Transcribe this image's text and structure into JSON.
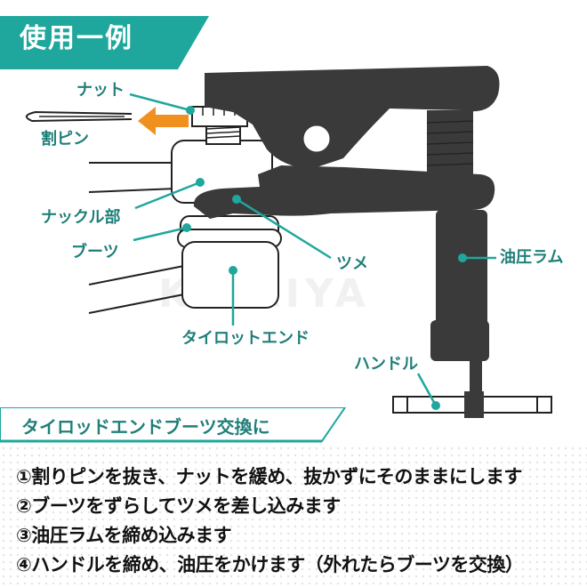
{
  "header": {
    "title": "使用一例",
    "color": "#1fa79d"
  },
  "labels": {
    "nut": "ナット",
    "split_pin": "割ピン",
    "knuckle": "ナックル部",
    "boot": "ブーツ",
    "claw": "ツメ",
    "hydraulic_ram": "油圧ラム",
    "tie_rod_end": "タイロットエンド",
    "handle": "ハンドル"
  },
  "watermark": "KIKAIYA",
  "section": {
    "title": "タイロッドエンドブーツ交換に"
  },
  "steps": [
    "①割りピンを抜き、ナットを緩め、抜かずにそのままにします",
    "②ブーツをずらしてツメを差し込みます",
    "③油圧ラムを締め込みます",
    "④ハンドルを締め、油圧をかけます（外れたらブーツを交換）"
  ],
  "colors": {
    "accent": "#1fa79d",
    "label": "#1f7f79",
    "arrow": "#f0901e",
    "tool": "#3a3a3a"
  },
  "icons": {
    "arrow": "left-arrow-icon"
  }
}
